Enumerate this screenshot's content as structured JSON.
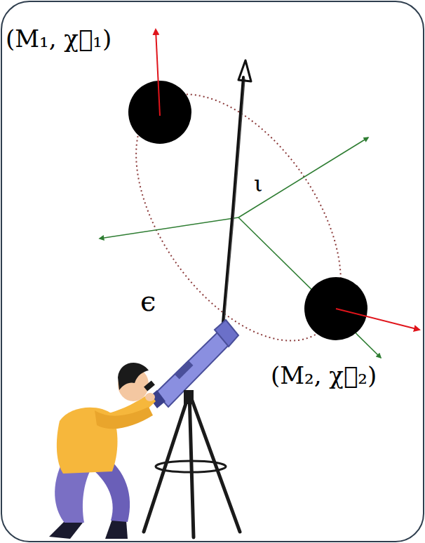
{
  "diagram": {
    "labels": [
      "(M₁, χ⃗₁)",
      "ι",
      "ϵ",
      "(M₂, χ⃗₂)"
    ]
  }
}
